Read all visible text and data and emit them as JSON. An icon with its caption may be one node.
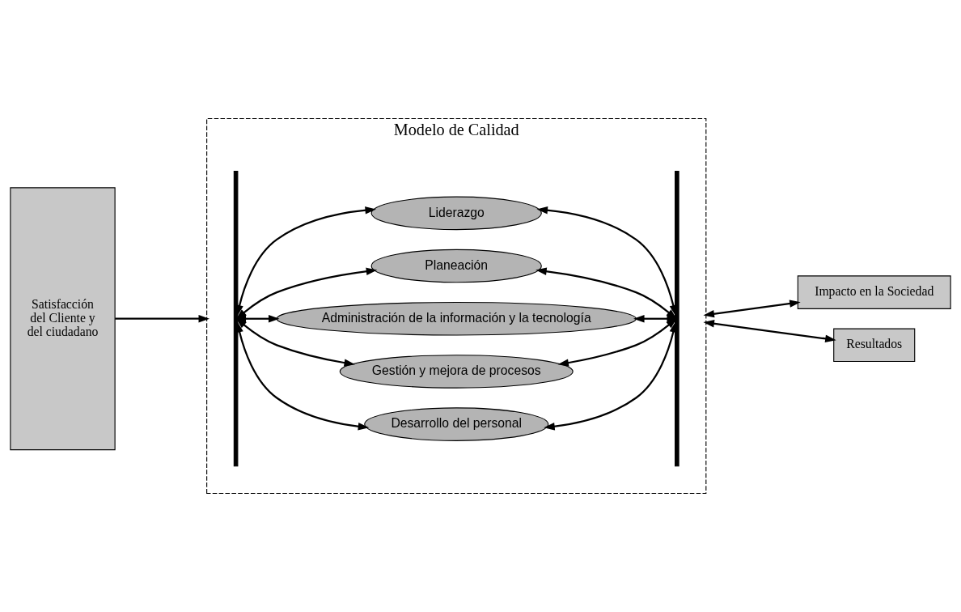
{
  "diagram": {
    "nodes": [
      {
        "text": [
          "Satisfacción del Cliente y del ciudadano"
        ]
      },
      {
        "text": [
          "Modelo de Calidad"
        ]
      },
      {
        "text": [],
        "shape": "bar",
        "in": 1
      },
      {
        "text": [
          "Liderazgo"
        ],
        "in": 1
      },
      {
        "text": [
          "Planeación"
        ],
        "in": 1
      },
      {
        "text": [
          "Administración de la información y la tecnología"
        ],
        "in": 1
      },
      {
        "text": [
          "Gestión y mejora de procesos"
        ],
        "in": 1
      },
      {
        "text": [
          "Desarrollo del personal"
        ],
        "in": 1
      },
      {
        "text": [],
        "shape": "bar",
        "in": 1
      },
      {
        "text": [
          "Impacto en la Sociedad"
        ]
      },
      {
        "text": [
          "Resultados"
        ]
      }
    ],
    "edges": [
      {
        "from": 0,
        "to": 1,
        "arrow": "to"
      },
      {
        "from": 2,
        "to": 3,
        "arrow": "both"
      },
      {
        "from": 2,
        "to": 4,
        "arrow": "both"
      },
      {
        "from": 2,
        "to": 5,
        "arrow": "both"
      },
      {
        "from": 2,
        "to": 6,
        "arrow": "both"
      },
      {
        "from": 2,
        "to": 7,
        "arrow": "both"
      },
      {
        "from": 3,
        "to": 8,
        "arrow": "both"
      },
      {
        "from": 4,
        "to": 8,
        "arrow": "both"
      },
      {
        "from": 5,
        "to": 8,
        "arrow": "both"
      },
      {
        "from": 6,
        "to": 8,
        "arrow": "both"
      },
      {
        "from": 7,
        "to": 8,
        "arrow": "both"
      },
      {
        "from": 1,
        "to": 9,
        "arrow": "both"
      },
      {
        "from": 1,
        "to": 10,
        "arrow": "both"
      }
    ]
  }
}
